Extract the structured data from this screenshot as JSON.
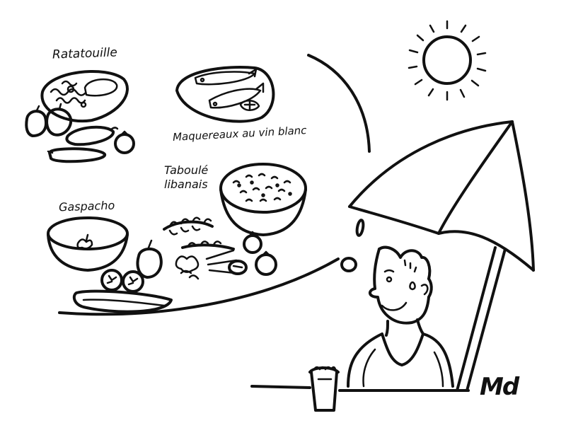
{
  "labels": {
    "ratatouille": "Ratatouille",
    "maquereaux": "Maquereaux au vin blanc",
    "taboule_line1": "Taboulé",
    "taboule_line2": "libanais",
    "gaspacho": "Gaspacho"
  },
  "signature": "Md",
  "colors": {
    "ink": "#111111",
    "paper": "#ffffff"
  }
}
